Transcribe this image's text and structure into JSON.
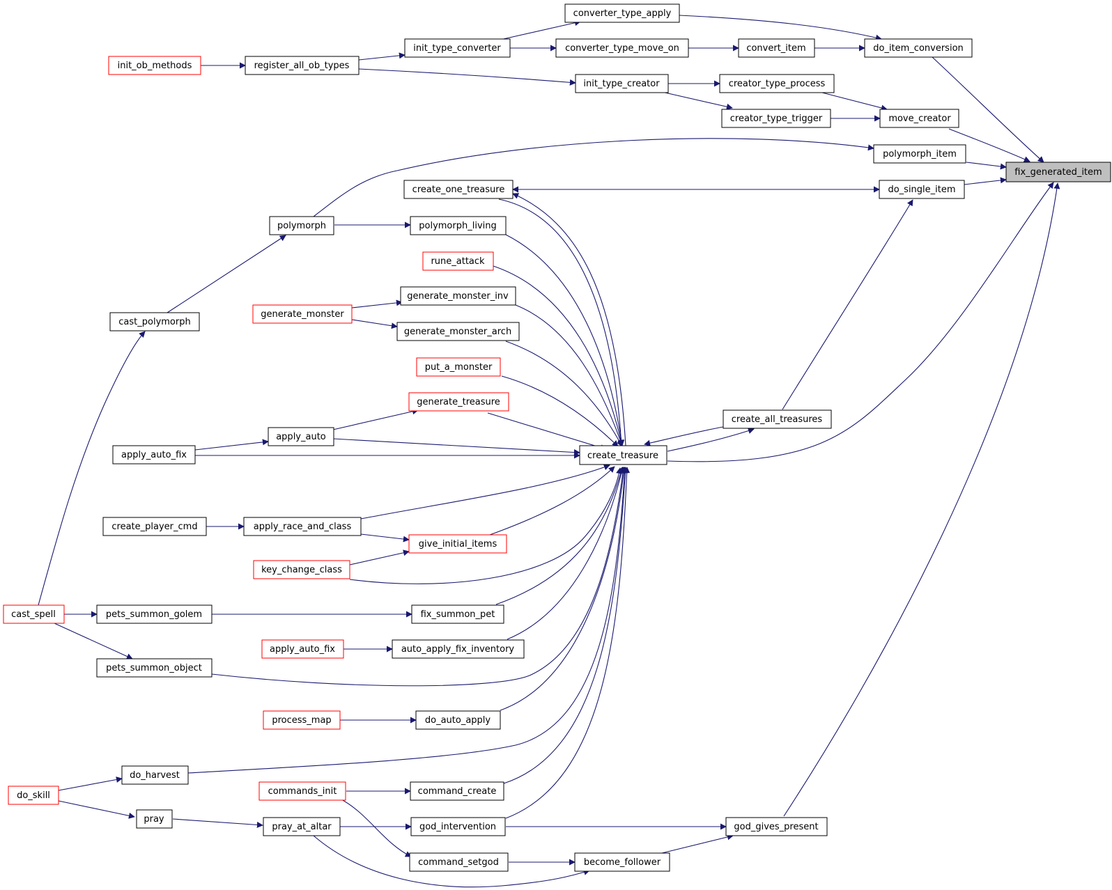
{
  "colors": {
    "edge": "#191970",
    "truncated_border": "#ff0000",
    "focus_fill": "#bfbfbf"
  },
  "nodes": {
    "fix_generated_item": "fix_generated_item",
    "do_item_conversion": "do_item_conversion",
    "converter_type_apply": "converter_type_apply",
    "init_type_converter": "init_type_converter",
    "converter_type_move_on": "converter_type_move_on",
    "convert_item": "convert_item",
    "register_all_ob_types": "register_all_ob_types",
    "init_ob_methods": "init_ob_methods",
    "init_type_creator": "init_type_creator",
    "creator_type_process": "creator_type_process",
    "creator_type_trigger": "creator_type_trigger",
    "move_creator": "move_creator",
    "polymorph_item": "polymorph_item",
    "do_single_item": "do_single_item",
    "create_one_treasure": "create_one_treasure",
    "polymorph": "polymorph",
    "polymorph_living": "polymorph_living",
    "rune_attack": "rune_attack",
    "generate_monster_inv": "generate_monster_inv",
    "generate_monster": "generate_monster",
    "generate_monster_arch": "generate_monster_arch",
    "cast_polymorph": "cast_polymorph",
    "put_a_monster": "put_a_monster",
    "generate_treasure": "generate_treasure",
    "create_all_treasures": "create_all_treasures",
    "apply_auto": "apply_auto",
    "apply_auto_fix": "apply_auto_fix",
    "create_treasure": "create_treasure",
    "create_player_cmd": "create_player_cmd",
    "apply_race_and_class": "apply_race_and_class",
    "give_initial_items": "give_initial_items",
    "key_change_class": "key_change_class",
    "cast_spell": "cast_spell",
    "pets_summon_golem": "pets_summon_golem",
    "fix_summon_pet": "fix_summon_pet",
    "apply_auto_fix_red": "apply_auto_fix",
    "auto_apply_fix_inventory": "auto_apply_fix_inventory",
    "pets_summon_object": "pets_summon_object",
    "process_map": "process_map",
    "do_auto_apply": "do_auto_apply",
    "do_harvest": "do_harvest",
    "do_skill": "do_skill",
    "commands_init": "commands_init",
    "command_create": "command_create",
    "pray": "pray",
    "pray_at_altar": "pray_at_altar",
    "god_intervention": "god_intervention",
    "god_gives_present": "god_gives_present",
    "command_setgod": "command_setgod",
    "become_follower": "become_follower"
  }
}
